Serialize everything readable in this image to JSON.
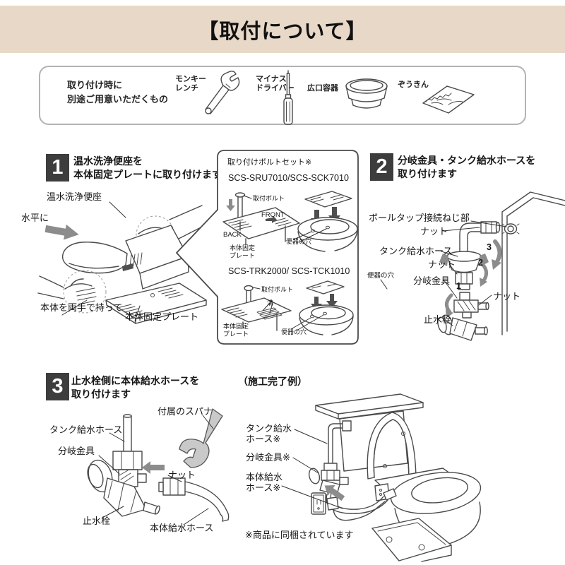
{
  "page": {
    "title": "【取付について】"
  },
  "colors": {
    "band": "#e8d8c7",
    "badge": "#3d3d3d",
    "line_art": "#4a4a4a",
    "arrow_gray": "#8c8c8c"
  },
  "tools_box": {
    "intro_line1": "取り付け時に",
    "intro_line2": "別途ご用意いただくもの",
    "tools": [
      {
        "line1": "モンキー",
        "line2": "レンチ",
        "icon": "wrench-icon"
      },
      {
        "line1": "マイナス",
        "line2": "ドライバー",
        "icon": "screwdriver-icon"
      },
      {
        "line1": "広口容器",
        "line2": "",
        "icon": "bowl-icon"
      },
      {
        "line1": "ぞうきん",
        "line2": "",
        "icon": "cloth-icon"
      }
    ]
  },
  "step1": {
    "number": "1",
    "heading_line1": "温水洗浄便座を",
    "heading_line2": "本体固定プレートに取り付けます",
    "labels": {
      "seat": "温水洗浄便座",
      "horizontal": "水平に",
      "hold": "本体を両手で持って",
      "plate": "本体固定プレート"
    }
  },
  "bolt_callout": {
    "title": "取り付けボルトセット※",
    "set1": {
      "models": "SCS-SRU7010/SCS-SCK7010",
      "bolt": "取付ボルト",
      "front": "FRONT",
      "back": "BACK",
      "plate_line1": "本体固定",
      "plate_line2": "プレート",
      "hole": "便器の穴"
    },
    "set2": {
      "models": "SCS-TRK2000/ SCS-TCK1010",
      "bolt": "取付ボルト",
      "groove": "溝",
      "plate_line1": "本体固定",
      "plate_line2": "プレート",
      "hole": "便器の穴"
    }
  },
  "step2": {
    "number": "2",
    "heading_line1": "分岐金具・タンク給水ホースを",
    "heading_line2": "取り付けます",
    "labels": {
      "balltap": "ボールタップ接続ねじ部",
      "nut_top": "ナット",
      "tank_hose": "タンク給水ホース",
      "nut_mid": "ナット",
      "hole": "便器の穴",
      "branch": "分岐金具",
      "nut_right": "ナット",
      "valve": "止水栓",
      "order1": "1",
      "order2": "2",
      "order3": "3"
    }
  },
  "step3": {
    "number": "3",
    "heading_line1": "止水栓側に本体給水ホースを",
    "heading_line2": "取り付けます",
    "labels": {
      "spanner": "付属のスパナ",
      "tank_hose": "タンク給水ホース",
      "branch": "分岐金具",
      "nut": "ナット",
      "valve": "止水栓",
      "body_hose": "本体給水ホース"
    }
  },
  "finished_example": {
    "title": "（施工完了例）",
    "labels": {
      "tank_hose_line1": "タンク給水",
      "tank_hose_line2": "ホース※",
      "branch": "分岐金具※",
      "body_hose_line1": "本体給水",
      "body_hose_line2": "ホース※"
    },
    "footnote": "※商品に同梱されています"
  }
}
